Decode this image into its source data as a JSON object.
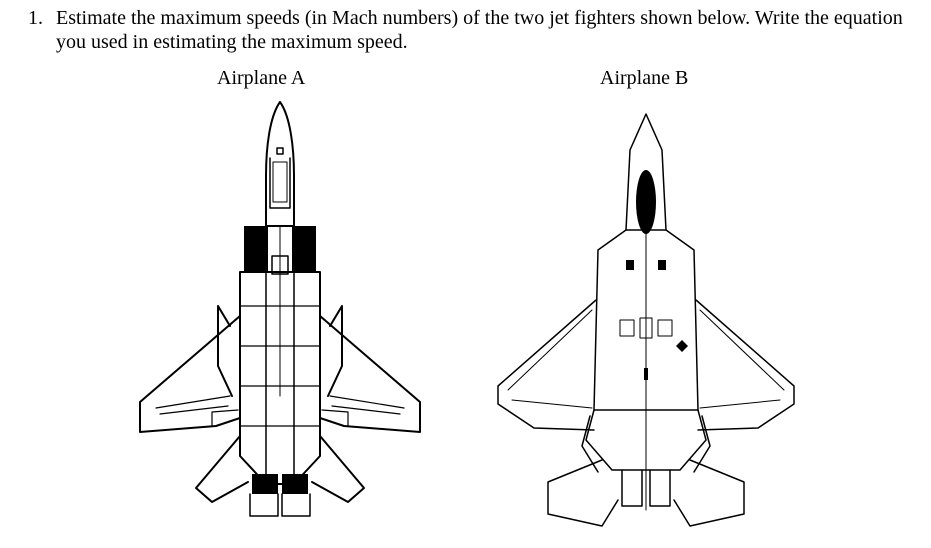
{
  "question": {
    "number": "1.",
    "text": "Estimate the maximum speeds (in Mach numbers) of the two jet fighters shown below. Write the equation you used in estimating the maximum speed."
  },
  "figures": [
    {
      "label": "Airplane A",
      "icon": "f15-fighter-topview-icon"
    },
    {
      "label": "Airplane B",
      "icon": "f22-fighter-topview-icon"
    }
  ]
}
